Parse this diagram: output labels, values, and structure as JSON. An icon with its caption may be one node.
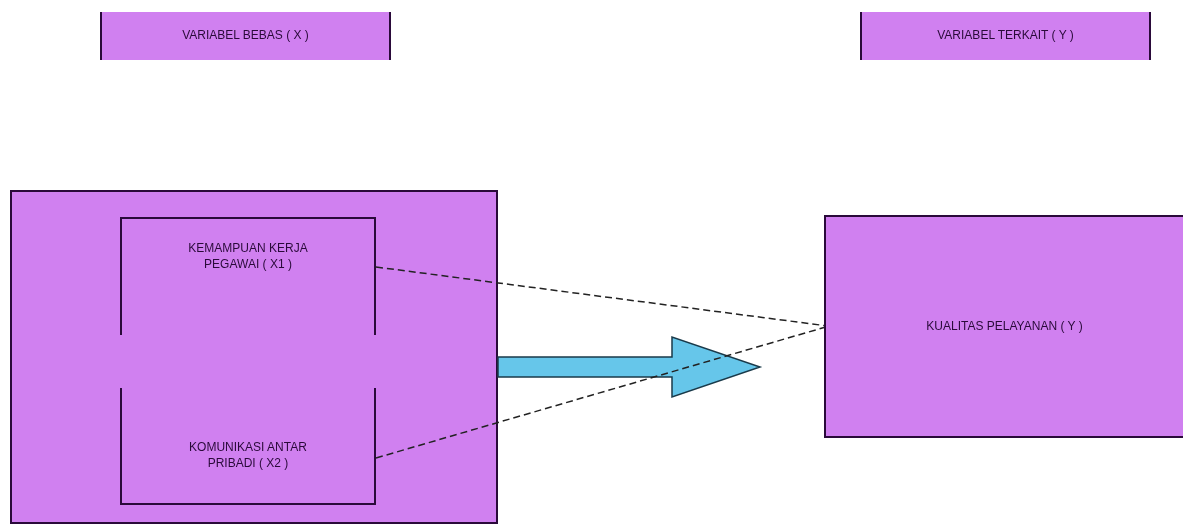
{
  "diagram": {
    "nodes": [
      {
        "text": [
          "VARIABEL BEBAS ( X )"
        ]
      },
      {
        "text": [
          "VARIABEL TERKAIT ( Y )"
        ]
      },
      {
        "text": [],
        "shape": "box"
      },
      {
        "text": [
          "KEMAMPUAN KERJA PEGAWAI ( X1 )"
        ],
        "in": 2
      },
      {
        "text": [
          "KOMUNIKASI ANTAR PRIBADI ( X2 )"
        ],
        "in": 2
      },
      {
        "text": [
          "KUALITAS PELAYANAN ( Y )"
        ]
      }
    ],
    "edges": [
      {
        "from": 2,
        "to": 5,
        "arrow": "to",
        "style": "thick",
        "color": "#66c6ea"
      },
      {
        "from": 3,
        "to": 5,
        "arrow": "none",
        "style": "dashed"
      },
      {
        "from": 4,
        "to": 5,
        "arrow": "none",
        "style": "dashed"
      }
    ]
  }
}
